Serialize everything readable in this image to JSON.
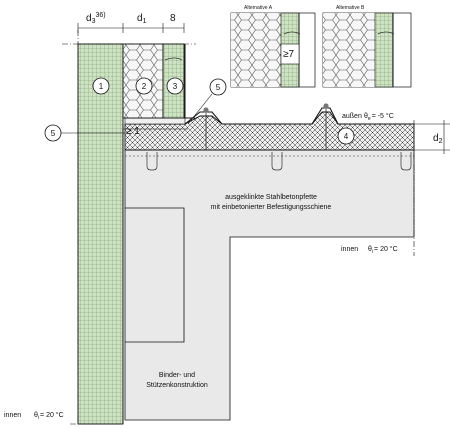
{
  "colors": {
    "insulation_green": "#cfe3c4",
    "grid_line": "#6f9a64",
    "concrete_gray": "#e9e9e9",
    "mineral_wool": "#f3f3f3",
    "line": "#111111"
  },
  "dimensions": {
    "d3": "d",
    "d3_sub": "3",
    "d3_sup": "36)",
    "d1": "d",
    "d1_sub": "1",
    "eight": "8",
    "d2": "d",
    "d2_sub": "2",
    "min_gap": "≥ 1",
    "min_seven": "≥7"
  },
  "callouts": {
    "c1": "1",
    "c2": "2",
    "c3": "3",
    "c4": "4",
    "c5a": "5",
    "c5b": "5"
  },
  "details": {
    "alt_a": "Alternative A",
    "alt_b": "Alternative B"
  },
  "text": {
    "aussen": "außen",
    "theta_e": "θ",
    "theta_e_sub": "e",
    "theta_e_val": "= -5 °C",
    "innen_right": "innen",
    "theta_i_right": "θ",
    "theta_i_right_sub": "i",
    "theta_i_right_val": "= 20 °C",
    "innen_left": "innen",
    "theta_i_left": "θ",
    "theta_i_left_sub": "i",
    "theta_i_left_val": "= 20 °C",
    "purlin_line1": "ausgeklinkte Stahlbetonpfette",
    "purlin_line2": "mit einbetonierter Befestigungsschiene",
    "binder_line1": "Binder- und",
    "binder_line2": "Stützenkonstruktion"
  }
}
